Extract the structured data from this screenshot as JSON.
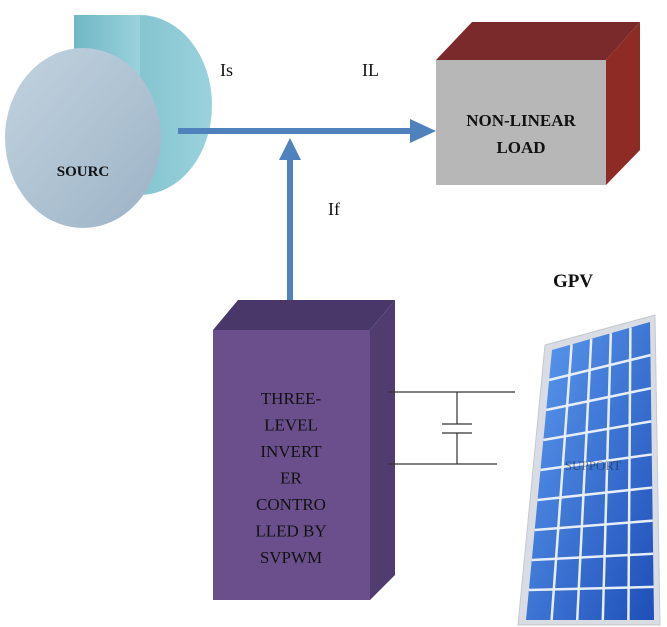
{
  "colors": {
    "source_face": "#a8bdce",
    "source_back": "#88c4cf",
    "load_front": "#b7b7b7",
    "load_top": "#7a2a2a",
    "load_side": "#8e2b24",
    "inverter_front": "#6a4f8c",
    "inverter_top": "#4a3769",
    "inverter_side": "#503c6e",
    "wire": "#4f81bd",
    "panel_cell": "#2c6fd4",
    "panel_frame": "#d9dde3"
  },
  "labels": {
    "source": "SOURC",
    "source_current": "Is",
    "load_current": "IL",
    "filter_current": "If",
    "load_line1": "NON-LINEAR",
    "load_line2": "LOAD",
    "gpv": "GPV",
    "inverter_lines": [
      "THREE-",
      "LEVEL",
      "INVERT",
      "ER",
      "CONTRO",
      "LLED BY",
      "SVPWM"
    ],
    "panel_watermark": "SUPPORT"
  },
  "icons": {
    "source": "cylinder-source-icon",
    "load": "box-load-icon",
    "inverter": "box-inverter-icon",
    "capacitor": "capacitor-icon",
    "solar_panel": "solar-panel-icon"
  }
}
